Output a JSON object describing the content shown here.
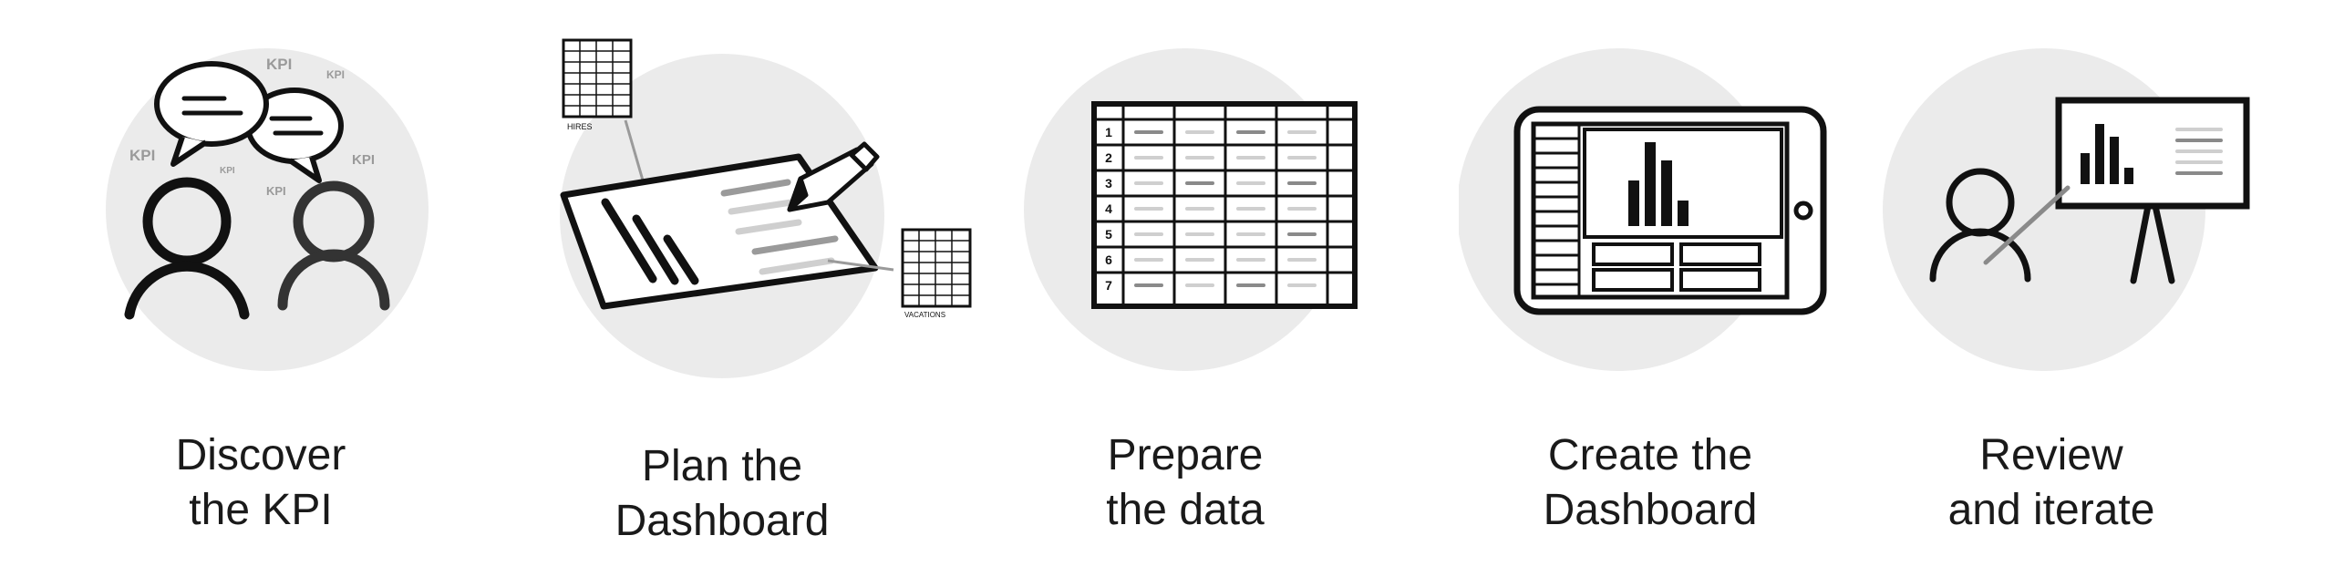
{
  "steps": [
    {
      "line1": "Discover",
      "line2": "the KPI",
      "icon": "people-discussing-kpi-icon",
      "kpi_tags": {
        "big": "KPI",
        "small": "KPI",
        "tiny": "KPI"
      }
    },
    {
      "line1": "Plan the",
      "line2": "Dashboard",
      "icon": "planning-sketch-icon",
      "tags": {
        "hires": "HIRES",
        "vacations": "VACATIONS"
      }
    },
    {
      "line1": "Prepare",
      "line2": "the data",
      "icon": "data-table-icon",
      "rows": [
        "1",
        "2",
        "3",
        "4",
        "5",
        "6",
        "7"
      ]
    },
    {
      "line1": "Create the",
      "line2": "Dashboard",
      "icon": "tablet-dashboard-icon"
    },
    {
      "line1": "Review",
      "line2": "and iterate",
      "icon": "presenter-whiteboard-icon"
    }
  ],
  "colors": {
    "circle": "#ebebeb",
    "ink": "#111111",
    "gray": "#9a9a9a",
    "text": "#1a1a1a"
  }
}
